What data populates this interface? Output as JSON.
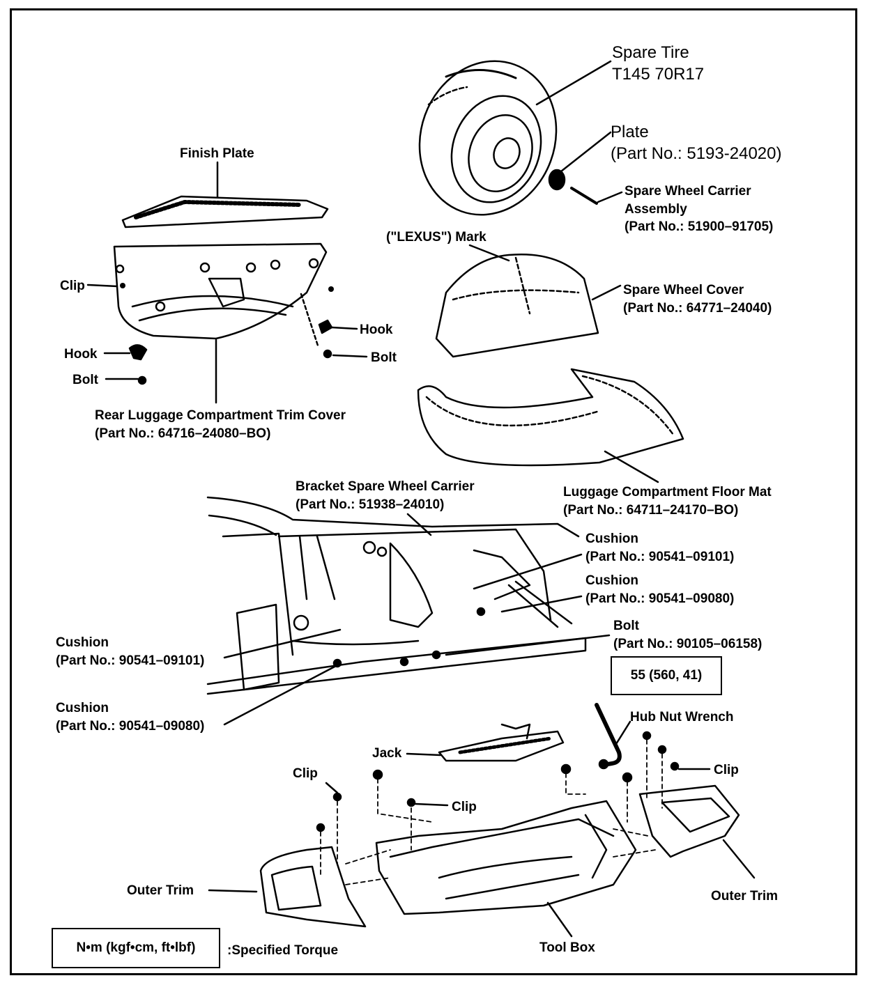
{
  "labels": {
    "spare_tire": [
      "Spare Tire",
      "T145 70R17"
    ],
    "plate": [
      "Plate",
      "(Part No.: 5193-24020)"
    ],
    "spare_wheel_carrier": [
      "Spare Wheel Carrier",
      "Assembly",
      "(Part No.: 51900–91705)"
    ],
    "finish_plate": "Finish Plate",
    "lexus_mark": "(\"LEXUS\") Mark",
    "spare_wheel_cover": [
      "Spare Wheel Cover",
      "(Part No.: 64771–24040)"
    ],
    "clip_top": "Clip",
    "hook_right": "Hook",
    "bolt_right": "Bolt",
    "hook_left": "Hook",
    "bolt_left": "Bolt",
    "rear_trim_cover": [
      "Rear Luggage Compartment Trim Cover",
      "(Part No.: 64716–24080–BO)"
    ],
    "bracket": [
      "Bracket Spare Wheel Carrier",
      "(Part No.: 51938–24010)"
    ],
    "floor_mat": [
      "Luggage Compartment Floor Mat",
      "(Part No.: 64711–24170–BO)"
    ],
    "cushion_r1": [
      "Cushion",
      "(Part No.: 90541–09101)"
    ],
    "cushion_r2": [
      "Cushion",
      "(Part No.: 90541–09080)"
    ],
    "bolt_r": [
      "Bolt",
      "(Part No.: 90105–06158)"
    ],
    "cushion_l1": [
      "Cushion",
      "(Part No.: 90541–09101)"
    ],
    "cushion_l2": [
      "Cushion",
      "(Part No.: 90541–09080)"
    ],
    "hub_nut_wrench": "Hub Nut Wrench",
    "jack": "Jack",
    "clip_b1": "Clip",
    "clip_b2": "Clip",
    "clip_b3": "Clip",
    "outer_trim_left": "Outer Trim",
    "outer_trim_right": "Outer Trim",
    "tool_box": "Tool Box"
  },
  "torque_value": "55 (560, 41)",
  "legend": {
    "box_text": "N•m (kgf•cm, ft•lbf)",
    "caption": ":Specified Torque"
  }
}
